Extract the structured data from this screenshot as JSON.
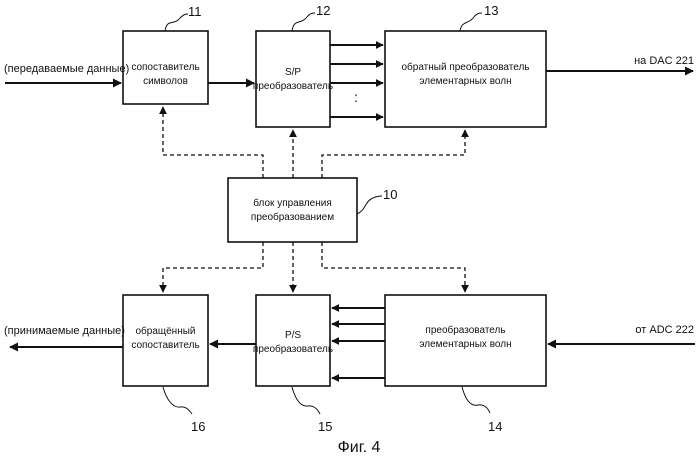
{
  "blocks": {
    "symbol_mapper": {
      "label_lines": [
        "сопоставитель",
        "символов"
      ],
      "ref": "11"
    },
    "sp_converter": {
      "label_lines": [
        "S/P",
        "преобразователь"
      ],
      "ref": "12"
    },
    "inverse_wavelet": {
      "label_lines": [
        "обратный преобразователь",
        "элементарных волн"
      ],
      "ref": "13"
    },
    "control_unit": {
      "label_lines": [
        "блок управления",
        "преобразованием"
      ],
      "ref": "10"
    },
    "inverse_mapper": {
      "label_lines": [
        "обращённый",
        "сопоставитель"
      ],
      "ref": "16"
    },
    "ps_converter": {
      "label_lines": [
        "P/S",
        "преобразователь"
      ],
      "ref": "15"
    },
    "wavelet": {
      "label_lines": [
        "преобразователь",
        "элементарных волн"
      ],
      "ref": "14"
    }
  },
  "signals": {
    "tx_input": "(передаваемые данные)",
    "tx_output": "на DAC 221",
    "rx_input": "от ADC 222",
    "rx_output": "(принимаемые данные)"
  },
  "parallel_dots": ":",
  "caption": "Фиг. 4"
}
